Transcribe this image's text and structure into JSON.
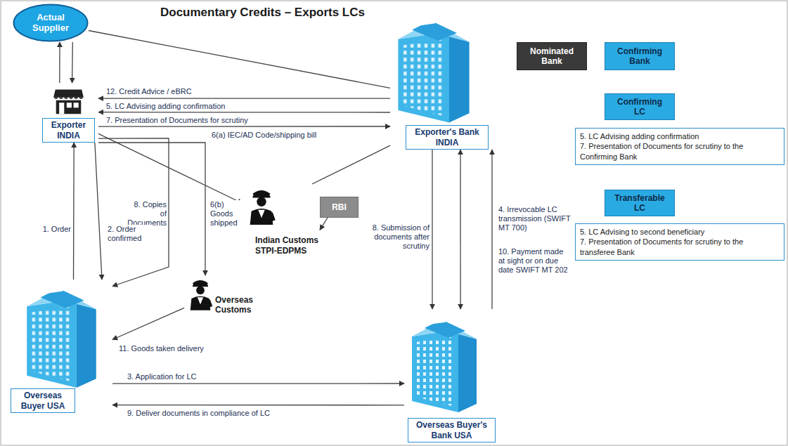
{
  "diagram": {
    "title": "Documentary Credits – Exports LCs",
    "nodes": [
      {
        "text": [
          "Actual Supplier"
        ]
      },
      {
        "text": [
          "Exporter INDIA"
        ]
      },
      {
        "text": [
          "Exporter's Bank INDIA"
        ]
      },
      {
        "text": [
          "Nominated Bank"
        ]
      },
      {
        "text": [
          "Confirming Bank"
        ]
      },
      {
        "text": [
          "Confirming LC"
        ]
      },
      {
        "text": [
          "5. LC Advising adding confirmation",
          "7. Presentation of Documents for scrutiny to the Confirming Bank"
        ]
      },
      {
        "text": [
          "Transferable LC"
        ]
      },
      {
        "text": [
          "5. LC Advising to second beneficiary",
          "7. Presentation of Documents for scrutiny to the transferee Bank"
        ]
      },
      {
        "text": [
          "RBI"
        ]
      },
      {
        "text": [
          "Indian Customs STPI-EDPMS"
        ]
      },
      {
        "text": [
          "Overseas Customs"
        ]
      },
      {
        "text": [
          "Overseas Buyer USA"
        ]
      },
      {
        "text": [
          "Overseas Buyer's Bank USA"
        ]
      }
    ],
    "edges": [
      {
        "from": 2,
        "to": 1,
        "label": "12. Credit Advice / eBRC",
        "arrow": "to"
      },
      {
        "from": 1,
        "to": 0,
        "arrow": "to"
      },
      {
        "from": 0,
        "to": 1,
        "arrow": "to"
      },
      {
        "from": 0,
        "to": 2,
        "arrow": "none"
      },
      {
        "from": 2,
        "to": 1,
        "label": "5. LC Advising adding confirmation",
        "arrow": "to"
      },
      {
        "from": 1,
        "to": 2,
        "label": "7. Presentation of Documents for scrutiny",
        "arrow": "to"
      },
      {
        "from": 1,
        "to": 10,
        "label": "6(a) IEC/AD Code/shipping bill",
        "arrow": "to"
      },
      {
        "from": 2,
        "to": 10,
        "arrow": "none"
      },
      {
        "from": 9,
        "to": 10,
        "arrow": "to"
      },
      {
        "from": 1,
        "to": 12,
        "label": "8. Copies of Documents",
        "arrow": "to"
      },
      {
        "from": 1,
        "to": 11,
        "label": "6(b) Goods shipped",
        "arrow": "to"
      },
      {
        "from": 12,
        "to": 1,
        "label": "1. Order",
        "arrow": "to"
      },
      {
        "from": 1,
        "to": 12,
        "label": "2. Order confirmed",
        "arrow": "to"
      },
      {
        "from": 11,
        "to": 12,
        "label": "11. Goods taken delivery",
        "arrow": "to"
      },
      {
        "from": 12,
        "to": 13,
        "label": "3. Application for LC",
        "arrow": "to"
      },
      {
        "from": 13,
        "to": 12,
        "label": "9. Deliver documents in compliance of LC",
        "arrow": "to"
      },
      {
        "from": 13,
        "to": 2,
        "label": "4. Irrevocable LC transmission (SWIFT MT 700)",
        "arrow": "to"
      },
      {
        "from": 2,
        "to": 13,
        "label": "8. Submission of documents after scrutiny",
        "arrow": "to"
      },
      {
        "from": 2,
        "to": 13,
        "label": "10. Payment made at sight or on due date SWIFT MT 202",
        "arrow": "both"
      }
    ]
  }
}
